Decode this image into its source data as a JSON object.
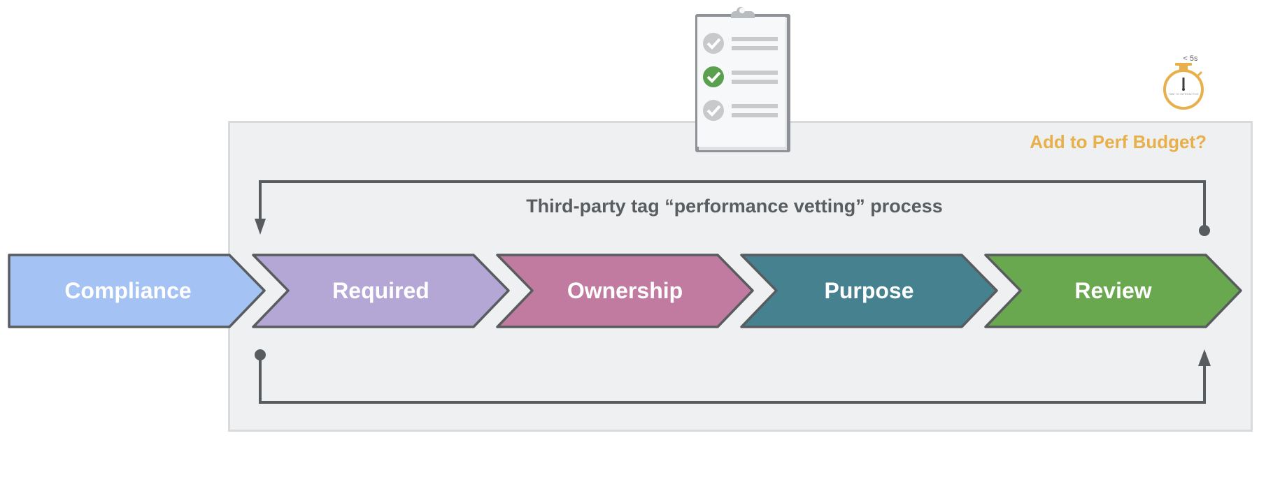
{
  "diagram": {
    "process_title": "Third-party tag “performance vetting” process",
    "budget_label": "Add to Perf Budget?",
    "timer": {
      "label": "< 5s",
      "subtext": "TIME TO INTERACTIVE"
    },
    "steps": [
      {
        "label": "Compliance",
        "color": "#a4c2f4"
      },
      {
        "label": "Required",
        "color": "#b4a7d6"
      },
      {
        "label": "Ownership",
        "color": "#c27ba0"
      },
      {
        "label": "Purpose",
        "color": "#45818e"
      },
      {
        "label": "Review",
        "color": "#6aa84f"
      }
    ],
    "colors": {
      "outline": "#595c5f",
      "panel": "#eff0f1",
      "budget": "#e8b04a",
      "check_active": "#5aa04e",
      "check_inactive": "#c8c9cb"
    },
    "icons": [
      "clipboard-checklist-icon",
      "stopwatch-icon"
    ]
  }
}
